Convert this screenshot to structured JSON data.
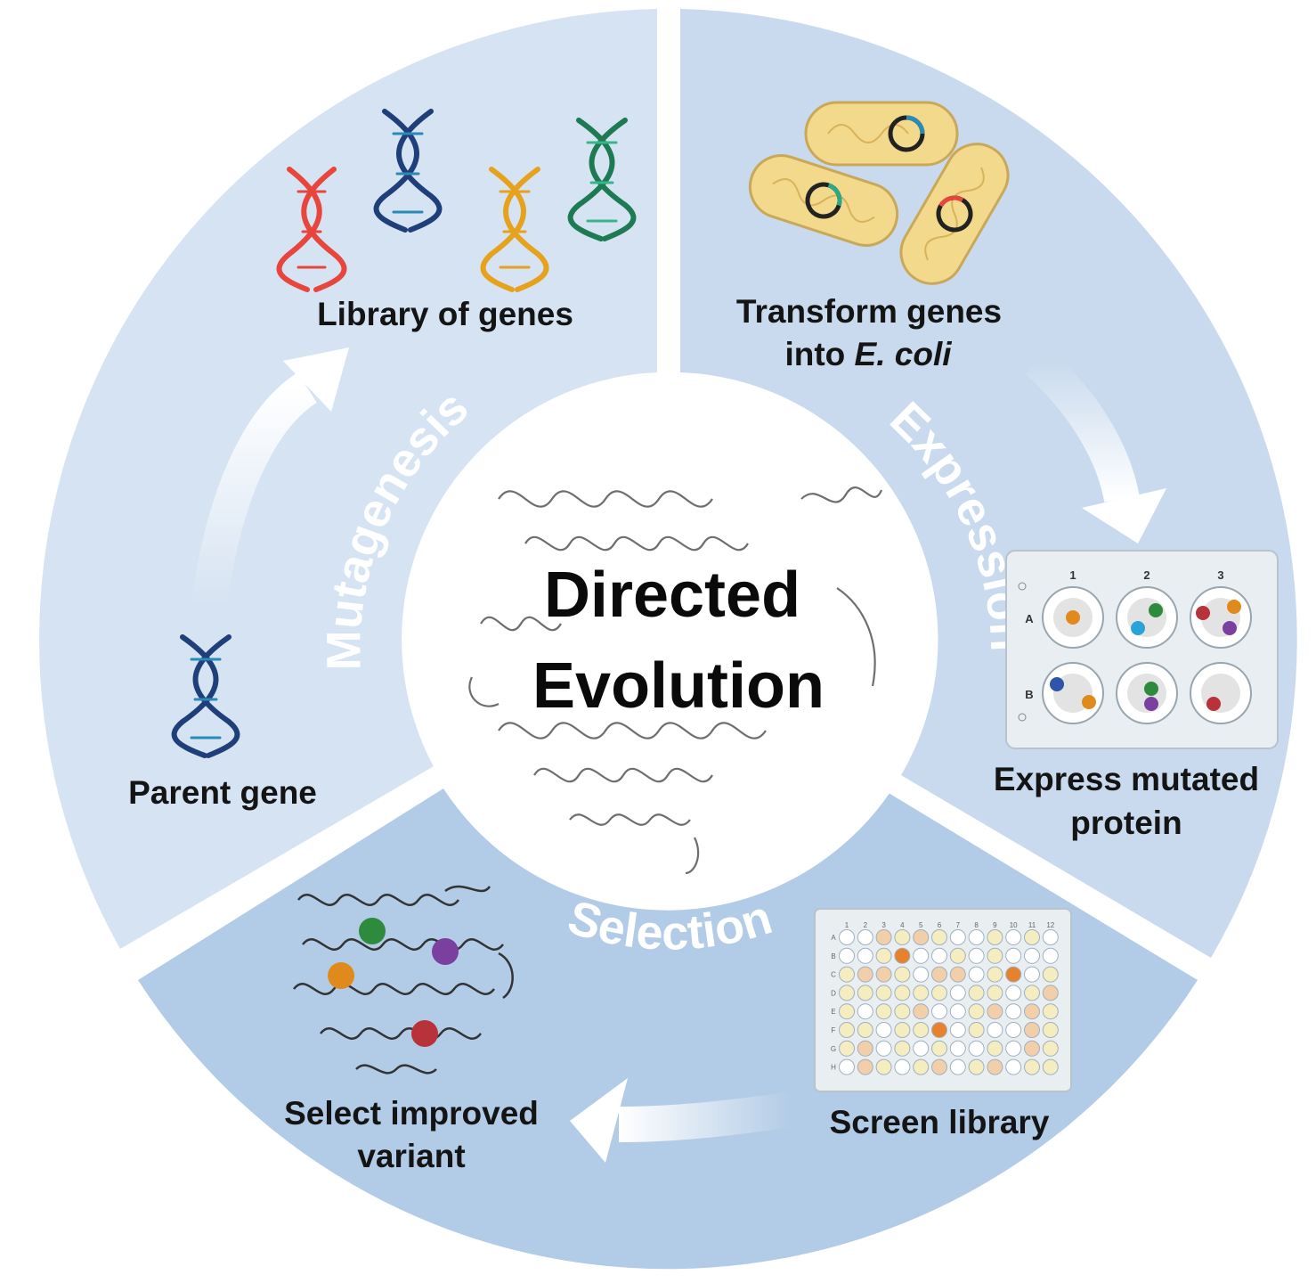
{
  "center": {
    "line1": "Directed",
    "line2": "Evolution"
  },
  "phases": {
    "mutagenesis": "Mutagenesis",
    "expression": "Expression",
    "selection": "Selection"
  },
  "labels": {
    "library": "Library of genes",
    "parent": "Parent gene",
    "transform_line1": "Transform genes",
    "transform_line2_prefix": "into ",
    "transform_line2_italic": "E. coli",
    "express_line1": "Express mutated",
    "express_line2": "protein",
    "screen": "Screen library",
    "select_line1": "Select improved",
    "select_line2": "variant"
  },
  "plate6": {
    "columns": [
      "1",
      "2",
      "3"
    ],
    "rows": [
      "A",
      "B"
    ]
  },
  "plate96": {
    "columns": [
      "1",
      "2",
      "3",
      "4",
      "5",
      "6",
      "7",
      "8",
      "9",
      "10",
      "11",
      "12"
    ],
    "rows": [
      "A",
      "B",
      "C",
      "D",
      "E",
      "F",
      "G",
      "H"
    ]
  },
  "colors": {
    "segment_top_left": "#d6e3f2",
    "segment_top_right": "#c9daee",
    "segment_bottom": "#b2cbe6",
    "dna_red": "#e8453c",
    "dna_navy": "#1f3f7a",
    "dna_orange": "#e6a21c",
    "dna_green": "#1e7a52",
    "bacteria_fill": "#f3d98c",
    "well_orange": "#e8812c",
    "well_peach": "#f2cfa8",
    "well_cream": "#f5ecc0"
  },
  "icons": [
    "dna-helix-icon",
    "bacteria-icon",
    "plasmid-icon",
    "protein-ribbon-icon",
    "well-plate-icon",
    "arrow-icon"
  ]
}
